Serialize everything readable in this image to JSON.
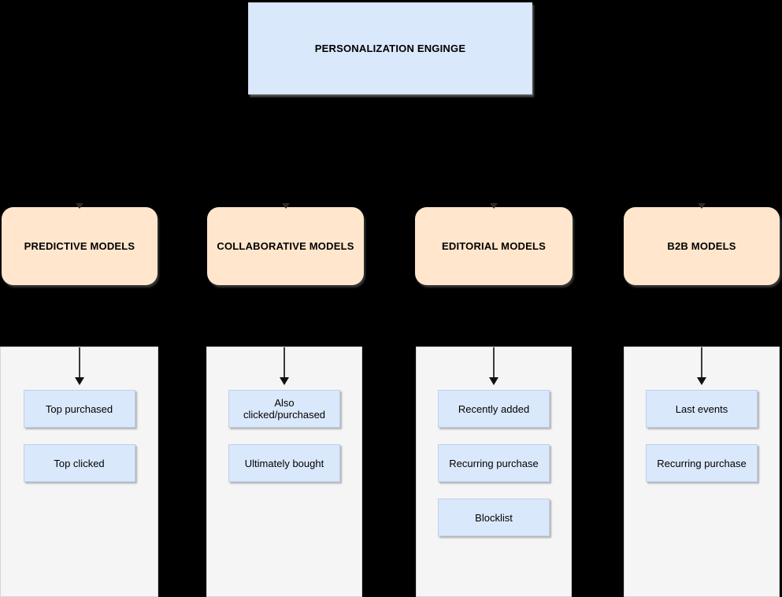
{
  "root": {
    "label": "PERSONALIZATION ENGINGE"
  },
  "colors": {
    "background": "#000000",
    "root_fill": "#dae8fc",
    "category_fill": "#ffe6cc",
    "lane_fill": "#f5f5f5",
    "child_fill": "#dae8fc",
    "child_border": "#bdd1ea",
    "arrow": "#2a2a2a",
    "text": "#000000"
  },
  "branches": [
    {
      "label": "PREDICTIVE MODELS",
      "children": [
        "Top purchased",
        "Top clicked"
      ]
    },
    {
      "label": "COLLABORATIVE MODELS",
      "children": [
        "Also\nclicked/purchased",
        "Ultimately bought"
      ]
    },
    {
      "label": "EDITORIAL MODELS",
      "children": [
        "Recently added",
        "Recurring purchase",
        "Blocklist"
      ]
    },
    {
      "label": "B2B MODELS",
      "children": [
        "Last events",
        "Recurring purchase"
      ]
    }
  ]
}
